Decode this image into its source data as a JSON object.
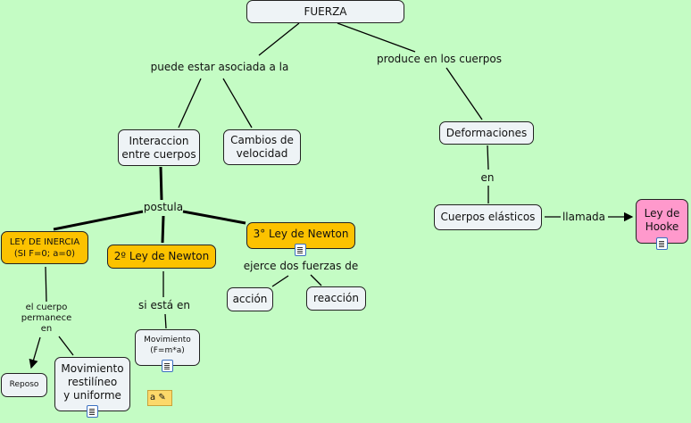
{
  "nodes": {
    "fuerza": "FUERZA",
    "interaccion": [
      "Interaccion",
      "entre cuerpos"
    ],
    "cambios": [
      "Cambios de",
      "velocidad"
    ],
    "deformaciones": "Deformaciones",
    "cuerpos_elasticos": "Cuerpos elásticos",
    "ley_hooke": [
      "Ley de",
      "Hooke"
    ],
    "ley_inercia": [
      "LEY DE INERCIA",
      "(SI F=0; a=0)"
    ],
    "ley2": "2º Ley de Newton",
    "ley3": "3° Ley de Newton",
    "accion": "acción",
    "reaccion": "reacción",
    "movimiento_fma": [
      "Movimiento",
      "(F=m*a)"
    ],
    "reposo": "Reposo",
    "movimiento_ru": [
      "Movimiento",
      "restilíneo",
      "y uniforme"
    ]
  },
  "links": {
    "asociada": "puede estar asociada a la",
    "produce": "produce en los cuerpos",
    "postula": "postula",
    "en": "en",
    "llamada": "llamada",
    "ejerce": "ejerce dos fuerzas de",
    "permanece": [
      "el cuerpo",
      "permanece",
      "en"
    ],
    "si_esta": "si está en"
  },
  "note_icon_text": "a"
}
